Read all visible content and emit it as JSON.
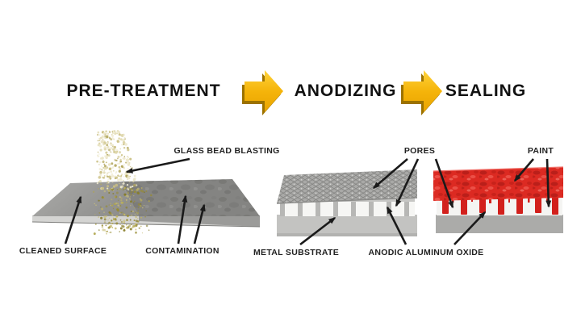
{
  "process": {
    "steps": [
      {
        "label": "PRE-TREATMENT"
      },
      {
        "label": "ANODIZING"
      },
      {
        "label": "SEALING"
      }
    ]
  },
  "annotations": {
    "glass_bead_blasting": "GLASS BEAD BLASTING",
    "cleaned_surface": "CLEANED SURFACE",
    "contamination": "CONTAMINATION",
    "pores": "PORES",
    "paint": "PAINT",
    "metal_substrate": "METAL SUBSTRATE",
    "anodic_aluminum_oxide": "ANODIC ALUMINUM OXIDE"
  },
  "icons": {
    "process_arrow": "right-arrow"
  },
  "colors": {
    "background": "#ffffff",
    "arrow_gold": "#f5b70c",
    "arrow_gold_dark": "#9c7200",
    "paint_red": "#d92520",
    "metal_gray": "#9a9a98",
    "oxide_white": "#f5f5f3",
    "leader_black": "#1a1a1a",
    "bead_olive": "#a89a45"
  }
}
